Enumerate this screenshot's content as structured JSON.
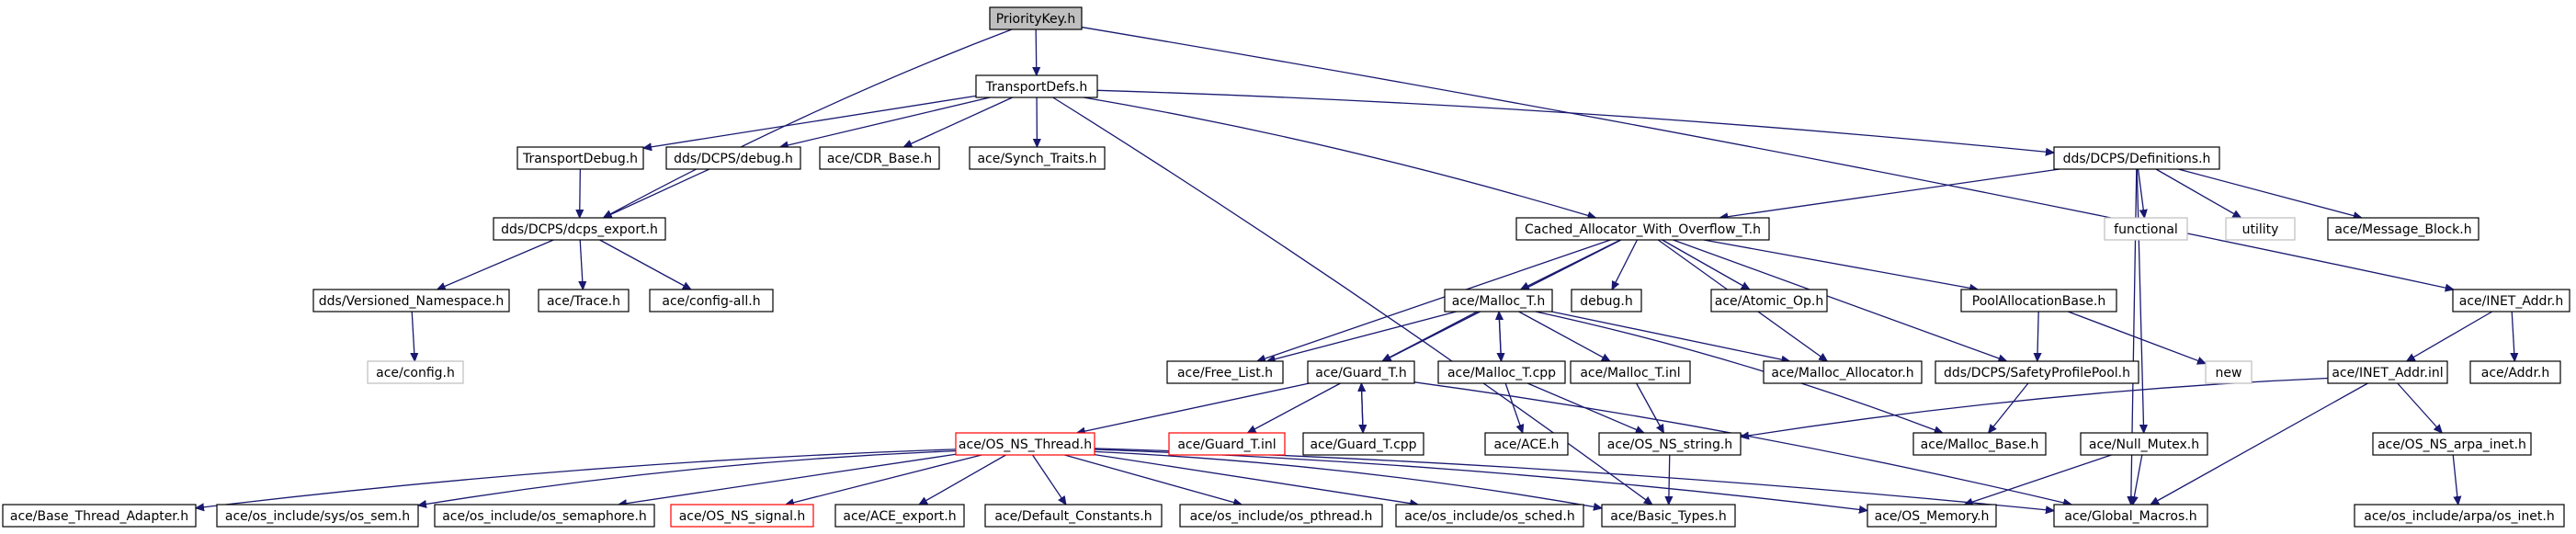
{
  "graph": {
    "edge_color": "#191970",
    "highlight_color": "#ff0000",
    "missing_color": "#bfbfbf",
    "root_fill": "#bfbfbf",
    "nodes": [
      {
        "id": "prioritykey",
        "label": "PriorityKey.h",
        "kind": "root"
      },
      {
        "id": "transportdefs",
        "label": "TransportDefs.h",
        "kind": "normal"
      },
      {
        "id": "transportdebug",
        "label": "TransportDebug.h",
        "kind": "normal"
      },
      {
        "id": "dcps_debug",
        "label": "dds/DCPS/debug.h",
        "kind": "normal"
      },
      {
        "id": "cdr_base",
        "label": "ace/CDR_Base.h",
        "kind": "normal"
      },
      {
        "id": "synch_traits",
        "label": "ace/Synch_Traits.h",
        "kind": "normal"
      },
      {
        "id": "definitions",
        "label": "dds/DCPS/Definitions.h",
        "kind": "normal"
      },
      {
        "id": "dcps_export",
        "label": "dds/DCPS/dcps_export.h",
        "kind": "normal"
      },
      {
        "id": "cached_alloc",
        "label": "Cached_Allocator_With_Overflow_T.h",
        "kind": "normal"
      },
      {
        "id": "functional",
        "label": "functional",
        "kind": "missing"
      },
      {
        "id": "utility",
        "label": "utility",
        "kind": "missing"
      },
      {
        "id": "message_block",
        "label": "ace/Message_Block.h",
        "kind": "normal"
      },
      {
        "id": "versioned_ns",
        "label": "dds/Versioned_Namespace.h",
        "kind": "normal"
      },
      {
        "id": "trace",
        "label": "ace/Trace.h",
        "kind": "normal"
      },
      {
        "id": "config_all",
        "label": "ace/config-all.h",
        "kind": "normal"
      },
      {
        "id": "malloc_t",
        "label": "ace/Malloc_T.h",
        "kind": "normal"
      },
      {
        "id": "debug_h",
        "label": "debug.h",
        "kind": "normal"
      },
      {
        "id": "atomic_op",
        "label": "ace/Atomic_Op.h",
        "kind": "normal"
      },
      {
        "id": "poolalloc",
        "label": "PoolAllocationBase.h",
        "kind": "normal"
      },
      {
        "id": "inet_addr",
        "label": "ace/INET_Addr.h",
        "kind": "normal"
      },
      {
        "id": "config_h",
        "label": "ace/config.h",
        "kind": "missing"
      },
      {
        "id": "free_list",
        "label": "ace/Free_List.h",
        "kind": "normal"
      },
      {
        "id": "guard_t",
        "label": "ace/Guard_T.h",
        "kind": "normal"
      },
      {
        "id": "malloc_t_cpp",
        "label": "ace/Malloc_T.cpp",
        "kind": "normal"
      },
      {
        "id": "malloc_t_inl",
        "label": "ace/Malloc_T.inl",
        "kind": "normal"
      },
      {
        "id": "malloc_allocator",
        "label": "ace/Malloc_Allocator.h",
        "kind": "normal"
      },
      {
        "id": "safety_pool",
        "label": "dds/DCPS/SafetyProfilePool.h",
        "kind": "normal"
      },
      {
        "id": "new",
        "label": "new",
        "kind": "missing"
      },
      {
        "id": "inet_addr_inl",
        "label": "ace/INET_Addr.inl",
        "kind": "normal"
      },
      {
        "id": "addr",
        "label": "ace/Addr.h",
        "kind": "normal"
      },
      {
        "id": "os_ns_thread",
        "label": "ace/OS_NS_Thread.h",
        "kind": "highlight"
      },
      {
        "id": "guard_t_inl",
        "label": "ace/Guard_T.inl",
        "kind": "highlight"
      },
      {
        "id": "guard_t_cpp",
        "label": "ace/Guard_T.cpp",
        "kind": "normal"
      },
      {
        "id": "ace_h",
        "label": "ace/ACE.h",
        "kind": "normal"
      },
      {
        "id": "os_ns_string",
        "label": "ace/OS_NS_string.h",
        "kind": "normal"
      },
      {
        "id": "malloc_base",
        "label": "ace/Malloc_Base.h",
        "kind": "normal"
      },
      {
        "id": "null_mutex",
        "label": "ace/Null_Mutex.h",
        "kind": "normal"
      },
      {
        "id": "os_ns_arpa_inet",
        "label": "ace/OS_NS_arpa_inet.h",
        "kind": "normal"
      },
      {
        "id": "base_thread_adapter",
        "label": "ace/Base_Thread_Adapter.h",
        "kind": "normal"
      },
      {
        "id": "os_sem",
        "label": "ace/os_include/sys/os_sem.h",
        "kind": "normal"
      },
      {
        "id": "os_semaphore",
        "label": "ace/os_include/os_semaphore.h",
        "kind": "normal"
      },
      {
        "id": "os_ns_signal",
        "label": "ace/OS_NS_signal.h",
        "kind": "highlight"
      },
      {
        "id": "ace_export",
        "label": "ace/ACE_export.h",
        "kind": "normal"
      },
      {
        "id": "default_constants",
        "label": "ace/Default_Constants.h",
        "kind": "normal"
      },
      {
        "id": "os_pthread",
        "label": "ace/os_include/os_pthread.h",
        "kind": "normal"
      },
      {
        "id": "os_sched",
        "label": "ace/os_include/os_sched.h",
        "kind": "normal"
      },
      {
        "id": "basic_types",
        "label": "ace/Basic_Types.h",
        "kind": "normal"
      },
      {
        "id": "os_memory",
        "label": "ace/OS_Memory.h",
        "kind": "normal"
      },
      {
        "id": "global_macros",
        "label": "ace/Global_Macros.h",
        "kind": "normal"
      },
      {
        "id": "os_inet",
        "label": "ace/os_include/arpa/os_inet.h",
        "kind": "normal"
      }
    ],
    "edges": [
      [
        "prioritykey",
        "transportdefs"
      ],
      [
        "prioritykey",
        "dcps_export"
      ],
      [
        "prioritykey",
        "inet_addr"
      ],
      [
        "transportdefs",
        "transportdebug"
      ],
      [
        "transportdefs",
        "dcps_debug"
      ],
      [
        "transportdefs",
        "cdr_base"
      ],
      [
        "transportdefs",
        "synch_traits"
      ],
      [
        "transportdefs",
        "definitions"
      ],
      [
        "transportdefs",
        "cached_alloc"
      ],
      [
        "transportdefs",
        "basic_types"
      ],
      [
        "transportdebug",
        "dcps_export"
      ],
      [
        "dcps_debug",
        "dcps_export"
      ],
      [
        "dcps_export",
        "versioned_ns"
      ],
      [
        "dcps_export",
        "trace"
      ],
      [
        "dcps_export",
        "config_all"
      ],
      [
        "versioned_ns",
        "config_h"
      ],
      [
        "definitions",
        "cached_alloc"
      ],
      [
        "definitions",
        "functional"
      ],
      [
        "definitions",
        "utility"
      ],
      [
        "definitions",
        "message_block"
      ],
      [
        "definitions",
        "null_mutex"
      ],
      [
        "definitions",
        "global_macros"
      ],
      [
        "cached_alloc",
        "malloc_t"
      ],
      [
        "cached_alloc",
        "debug_h"
      ],
      [
        "cached_alloc",
        "atomic_op"
      ],
      [
        "cached_alloc",
        "poolalloc"
      ],
      [
        "cached_alloc",
        "free_list"
      ],
      [
        "cached_alloc",
        "guard_t"
      ],
      [
        "cached_alloc",
        "malloc_allocator"
      ],
      [
        "cached_alloc",
        "safety_pool"
      ],
      [
        "malloc_t",
        "free_list"
      ],
      [
        "malloc_t",
        "guard_t"
      ],
      [
        "malloc_t",
        "malloc_t_cpp"
      ],
      [
        "malloc_t",
        "malloc_t_inl"
      ],
      [
        "malloc_t",
        "malloc_allocator"
      ],
      [
        "malloc_t",
        "malloc_base"
      ],
      [
        "malloc_t_cpp",
        "malloc_t"
      ],
      [
        "malloc_t_cpp",
        "ace_h"
      ],
      [
        "malloc_t_cpp",
        "os_ns_string"
      ],
      [
        "malloc_t_inl",
        "os_ns_string"
      ],
      [
        "poolalloc",
        "safety_pool"
      ],
      [
        "poolalloc",
        "new"
      ],
      [
        "safety_pool",
        "malloc_base"
      ],
      [
        "guard_t",
        "os_ns_thread"
      ],
      [
        "guard_t",
        "guard_t_inl"
      ],
      [
        "guard_t",
        "guard_t_cpp"
      ],
      [
        "guard_t",
        "global_macros"
      ],
      [
        "guard_t_cpp",
        "guard_t"
      ],
      [
        "inet_addr",
        "inet_addr_inl"
      ],
      [
        "inet_addr",
        "addr"
      ],
      [
        "inet_addr_inl",
        "os_ns_string"
      ],
      [
        "inet_addr_inl",
        "os_ns_arpa_inet"
      ],
      [
        "inet_addr_inl",
        "global_macros"
      ],
      [
        "os_ns_arpa_inet",
        "os_inet"
      ],
      [
        "os_ns_string",
        "basic_types"
      ],
      [
        "null_mutex",
        "os_memory"
      ],
      [
        "null_mutex",
        "global_macros"
      ],
      [
        "os_ns_thread",
        "base_thread_adapter"
      ],
      [
        "os_ns_thread",
        "os_sem"
      ],
      [
        "os_ns_thread",
        "os_semaphore"
      ],
      [
        "os_ns_thread",
        "os_ns_signal"
      ],
      [
        "os_ns_thread",
        "ace_export"
      ],
      [
        "os_ns_thread",
        "default_constants"
      ],
      [
        "os_ns_thread",
        "os_pthread"
      ],
      [
        "os_ns_thread",
        "os_sched"
      ],
      [
        "os_ns_thread",
        "basic_types"
      ],
      [
        "os_ns_thread",
        "os_memory"
      ],
      [
        "os_ns_thread",
        "global_macros"
      ]
    ]
  }
}
